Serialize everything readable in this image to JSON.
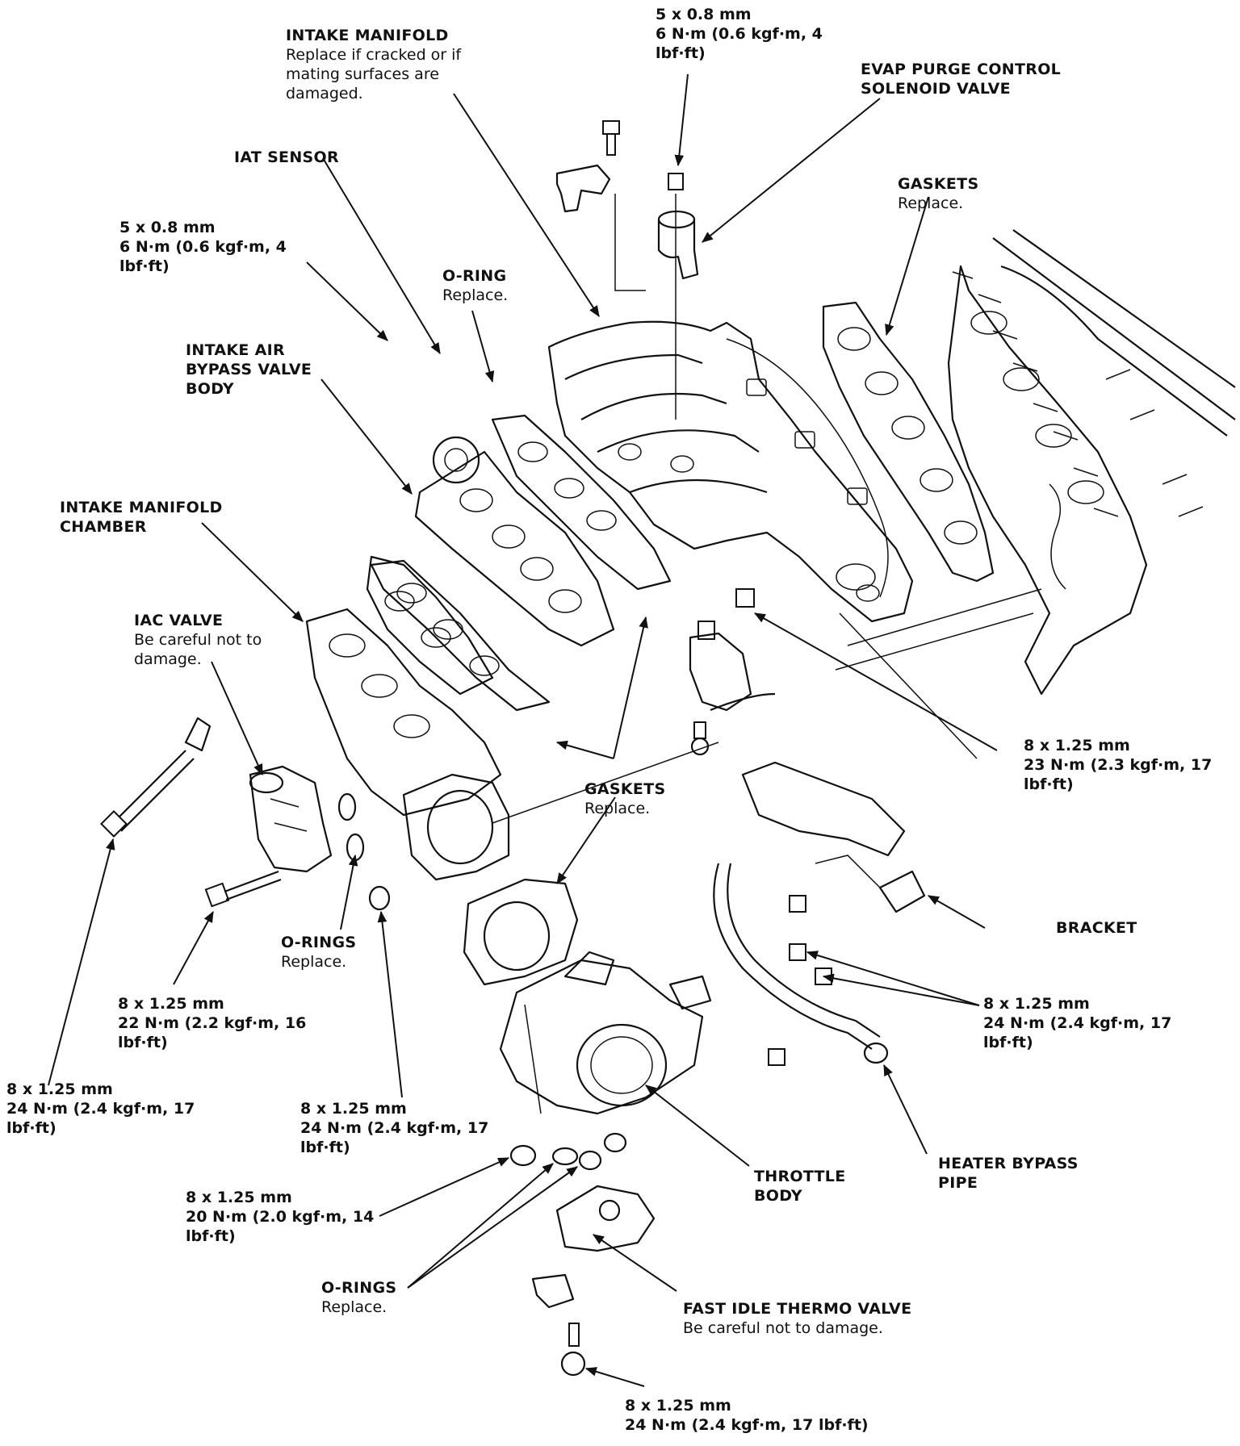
{
  "labels": {
    "intake_manifold": {
      "title": "INTAKE MANIFOLD",
      "note": "Replace if cracked or if mating surfaces are damaged."
    },
    "bolt_top": {
      "size": "5 x 0.8 mm",
      "torque": "6 N·m (0.6 kgf·m, 4 lbf·ft)"
    },
    "evap": {
      "title": "EVAP PURGE CONTROL SOLENOID VALVE"
    },
    "iat": {
      "title": "IAT SENSOR"
    },
    "gaskets_top": {
      "title": "GASKETS",
      "note": "Replace."
    },
    "bolt_left": {
      "size": "5 x 0.8 mm",
      "torque": "6 N·m (0.6 kgf·m, 4 lbf·ft)"
    },
    "oring_top": {
      "title": "O-RING",
      "note": "Replace."
    },
    "bypass_valve": {
      "title": "INTAKE AIR BYPASS VALVE BODY"
    },
    "chamber": {
      "title": "INTAKE MANIFOLD CHAMBER"
    },
    "iac": {
      "title": "IAC VALVE",
      "note": "Be careful not to damage."
    },
    "nut_right": {
      "size": "8 x 1.25 mm",
      "torque": "23 N·m (2.3 kgf·m, 17 lbf·ft)"
    },
    "gaskets_mid": {
      "title": "GASKETS",
      "note": "Replace."
    },
    "bracket": {
      "title": "BRACKET"
    },
    "orings_left": {
      "title": "O-RINGS",
      "note": "Replace."
    },
    "bolt_22": {
      "size": "8 x 1.25 mm",
      "torque": "22 N·m (2.2 kgf·m, 16 lbf·ft)"
    },
    "bolt_24_right": {
      "size": "8 x 1.25 mm",
      "torque": "24 N·m (2.4 kgf·m, 17 lbf·ft)"
    },
    "bolt_24_far_left": {
      "size": "8 x 1.25 mm",
      "torque": "24 N·m (2.4 kgf·m, 17 lbf·ft)"
    },
    "bolt_24_mid": {
      "size": "8 x 1.25 mm",
      "torque": "24 N·m (2.4 kgf·m, 17 lbf·ft)"
    },
    "throttle": {
      "title": "THROTTLE BODY"
    },
    "heater_pipe": {
      "title": "HEATER BYPASS PIPE"
    },
    "bolt_20": {
      "size": "8 x 1.25 mm",
      "torque": "20 N·m (2.0 kgf·m, 14 lbf·ft)"
    },
    "orings_bottom": {
      "title": "O-RINGS",
      "note": "Replace."
    },
    "fast_idle": {
      "title": "FAST IDLE THERMO VALVE",
      "note": "Be careful not to damage."
    },
    "bolt_bottom": {
      "size": "8 x 1.25 mm",
      "torque": "24 N·m (2.4 kgf·m, 17 lbf·ft)"
    }
  }
}
